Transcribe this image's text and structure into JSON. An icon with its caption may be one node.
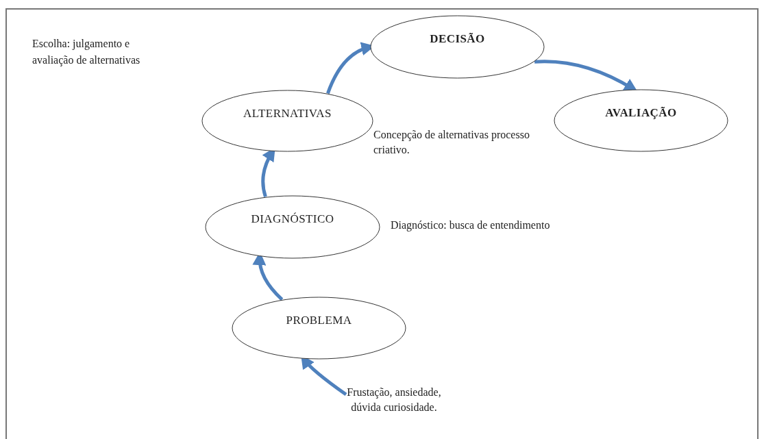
{
  "diagram": {
    "nodes": [
      {
        "text": [
          "DECISÃO"
        ]
      },
      {
        "text": [
          "AVALIAÇÃO"
        ]
      },
      {
        "text": [
          "ALTERNATIVAS"
        ],
        "beside": [
          "Concepção de alternativas processo criativo."
        ]
      },
      {
        "text": [
          "DIAGNÓSTICO"
        ],
        "beside": [
          "Diagnóstico: busca de entendimento"
        ]
      },
      {
        "text": [
          "PROBLEMA"
        ]
      },
      {
        "text": [
          "Frustação, ansiedade, dúvida curiosidade."
        ]
      }
    ],
    "edges": [
      {
        "from": 5,
        "to": 4,
        "arrow": "to"
      },
      {
        "from": 4,
        "to": 3,
        "arrow": "to"
      },
      {
        "from": 3,
        "to": 2,
        "arrow": "to"
      },
      {
        "from": 2,
        "to": 0,
        "arrow": "to"
      },
      {
        "from": 0,
        "to": 1,
        "arrow": "to"
      }
    ],
    "labels": [
      "Escolha: julgamento e avaliação de alternativas"
    ]
  }
}
